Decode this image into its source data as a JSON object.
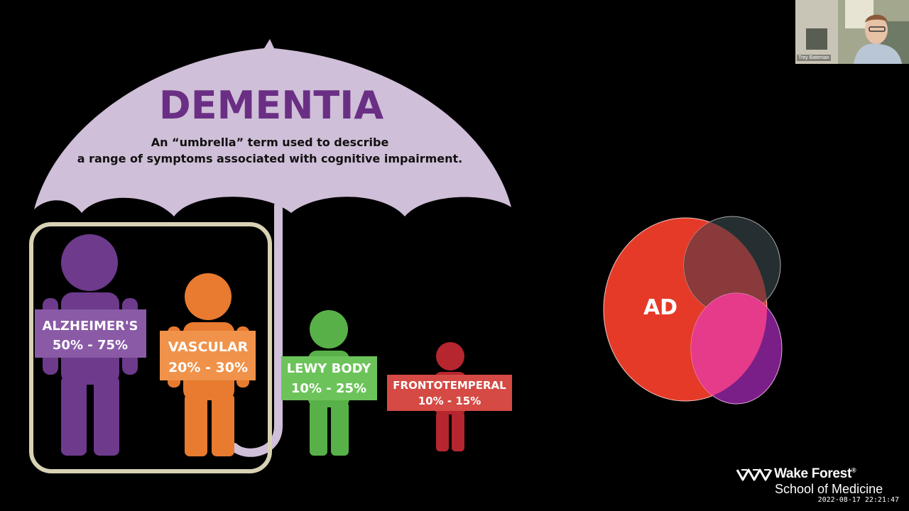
{
  "slide": {
    "title": "DEMENTIA",
    "subtitle_line1": "An “umbrella” term used to describe",
    "subtitle_line2": "a range of symptoms associated with cognitive impairment.",
    "types": [
      {
        "name": "ALZHEIMER'S",
        "range": "50% - 75%",
        "color": "#6d3a8c"
      },
      {
        "name": "VASCULAR",
        "range": "20% - 30%",
        "color": "#e87b30"
      },
      {
        "name": "LEWY BODY",
        "range": "10% - 25%",
        "color": "#58b148"
      },
      {
        "name": "FRONTOTEMPERAL",
        "range": "10% - 15%",
        "color": "#b5262f"
      }
    ],
    "umbrella_color": "#cfbfd8",
    "highlight_box_color": "#d8d2b4",
    "venn": {
      "label": "AD",
      "colors": [
        "#e53a28",
        "#2b363a",
        "#e63a8a"
      ]
    }
  },
  "webcam": {
    "participant_name": "Trey Bateman"
  },
  "branding": {
    "name": "Wake Forest",
    "registered_mark": "®",
    "subtitle": "School of Medicine"
  },
  "timestamp": "2022-08-17  22:21:47"
}
